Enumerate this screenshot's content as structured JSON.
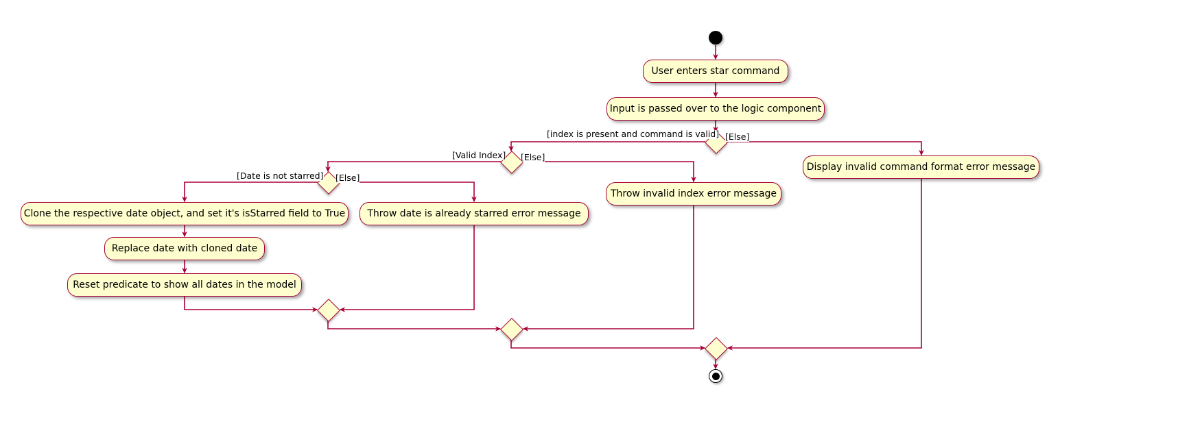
{
  "diagram": {
    "type": "uml-activity-diagram",
    "colors": {
      "node_fill": "#FEFECE",
      "node_border": "#A80036",
      "edge": "#A80036",
      "text": "#000000",
      "background": "#FFFFFF",
      "terminal": "#000000"
    },
    "start_node": {
      "name": "start"
    },
    "end_node": {
      "name": "stop"
    },
    "activities": [
      {
        "id": "a1",
        "label": "User enters star command"
      },
      {
        "id": "a2",
        "label": "Input is passed over to the logic component"
      },
      {
        "id": "a3",
        "label": "Display invalid command format error message"
      },
      {
        "id": "a4",
        "label": "Throw invalid index error message"
      },
      {
        "id": "a5",
        "label": "Throw date is already starred error message"
      },
      {
        "id": "a6",
        "label": "Clone the respective date object, and set it's isStarred field to True"
      },
      {
        "id": "a7",
        "label": "Replace date with cloned date"
      },
      {
        "id": "a8",
        "label": "Reset predicate to show all dates in the model"
      }
    ],
    "decisions": [
      {
        "id": "d1",
        "yes_label": "[index is present and command is valid]",
        "no_label": "[Else]"
      },
      {
        "id": "d2",
        "yes_label": "[Valid Index]",
        "no_label": "[Else]"
      },
      {
        "id": "d3",
        "yes_label": "[Date is not starred]",
        "no_label": "[Else]"
      }
    ],
    "merges": [
      {
        "id": "m1"
      },
      {
        "id": "m2"
      },
      {
        "id": "m3"
      }
    ]
  }
}
